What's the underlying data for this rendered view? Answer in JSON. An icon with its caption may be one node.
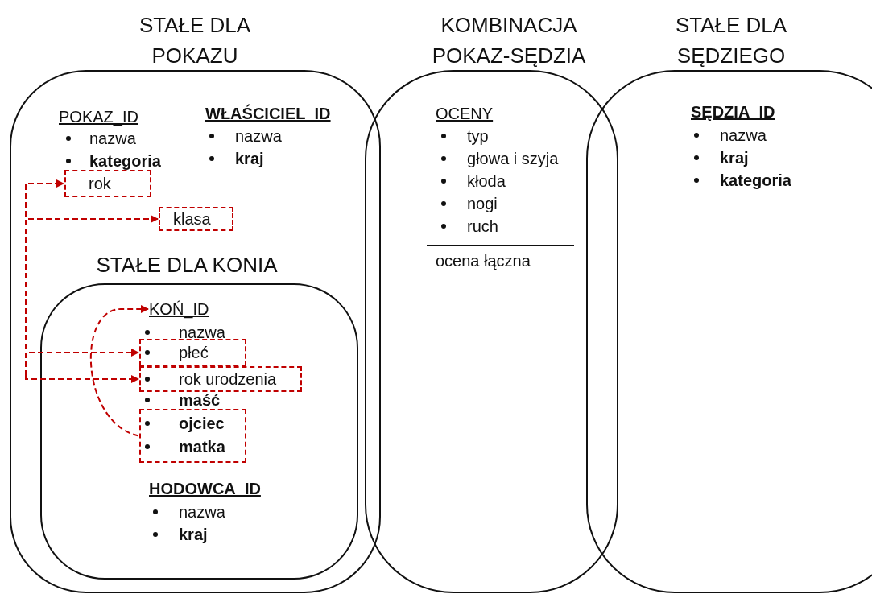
{
  "diagram": {
    "nodes": [
      {
        "text": [
          "STAŁE DLA POKAZU",
          "POKAZ_ID",
          "nazwa",
          "kategoria",
          "WŁAŚCICIEL_ID",
          "nazwa",
          "kraj"
        ]
      },
      {
        "text": [
          "rok"
        ],
        "in": 0
      },
      {
        "text": [
          "klasa"
        ],
        "in": 0
      },
      {
        "text": [
          "STAŁE DLA KONIA",
          "nazwa",
          "maść",
          "HODOWCA_ID",
          "nazwa",
          "kraj"
        ],
        "in": 0
      },
      {
        "text": [
          "KOŃ_ID"
        ],
        "in": 3
      },
      {
        "text": [
          "płeć"
        ],
        "in": 3
      },
      {
        "text": [
          "rok urodzenia"
        ],
        "in": 3
      },
      {
        "text": [
          "ojciec",
          "matka"
        ],
        "in": 3
      },
      {
        "text": [
          "KOMBINACJA POKAZ-SĘDZIA",
          "OCENY",
          "typ",
          "głowa i szyja",
          "kłoda",
          "nogi",
          "ruch",
          "ocena łączna"
        ]
      },
      {
        "text": [
          "STAŁE DLA SĘDZIEGO",
          "SĘDZIA_ID",
          "nazwa",
          "kraj",
          "kategoria"
        ]
      }
    ],
    "edges": [
      {
        "from": null,
        "to": 1,
        "arrow": "to",
        "style": "dashed",
        "color": "#c00000"
      },
      {
        "from": null,
        "to": 2,
        "arrow": "to",
        "style": "dashed",
        "color": "#c00000"
      },
      {
        "from": null,
        "to": 5,
        "arrow": "to",
        "style": "dashed",
        "color": "#c00000"
      },
      {
        "from": null,
        "to": 6,
        "arrow": "to",
        "style": "dashed",
        "color": "#c00000"
      },
      {
        "from": 7,
        "to": 4,
        "arrow": "to",
        "style": "dashed",
        "color": "#c00000"
      }
    ]
  }
}
